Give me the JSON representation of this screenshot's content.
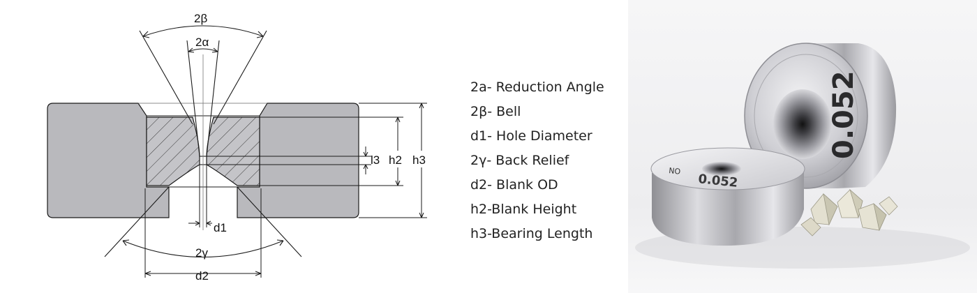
{
  "diagram": {
    "labels": {
      "bell": "2β",
      "reduction_angle": "2α",
      "bearing": "l3",
      "blank_height": "h2",
      "total_height": "h3",
      "hole_diameter": "d1",
      "back_relief": "2γ",
      "blank_od": "d2"
    }
  },
  "legend": {
    "items": [
      "2a- Reduction Angle",
      "2β- Bell",
      "d1- Hole Diameter",
      "2γ- Back Relief",
      "d2- Blank OD",
      "h2-Blank Height",
      "h3-Bearing Length"
    ]
  },
  "photo": {
    "large_die_marking": "0.052",
    "small_die_marking": "0.052",
    "small_die_prefix": "NO"
  },
  "colors": {
    "casing": "#b9b9bd",
    "blank": "#bfbfc3",
    "outline": "#1a1a1a",
    "legend_text": "#222222"
  }
}
